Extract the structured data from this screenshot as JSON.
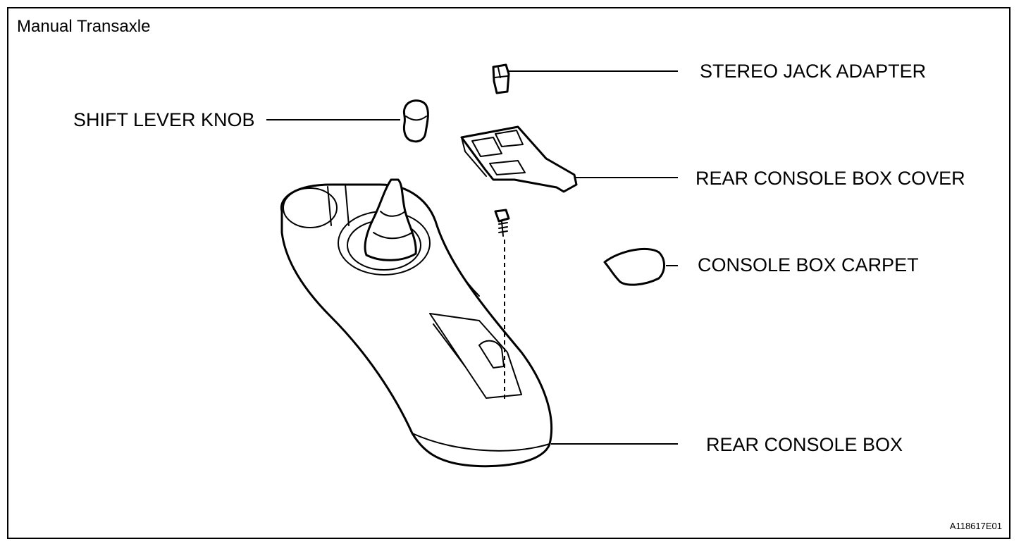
{
  "diagram": {
    "title": "Manual Transaxle",
    "figure_id": "A118617E01",
    "labels": {
      "stereo_jack_adapter": "STEREO JACK ADAPTER",
      "shift_lever_knob": "SHIFT LEVER KNOB",
      "rear_console_box_cover": "REAR CONSOLE BOX COVER",
      "console_box_carpet": "CONSOLE BOX CARPET",
      "rear_console_box": "REAR CONSOLE BOX"
    }
  }
}
